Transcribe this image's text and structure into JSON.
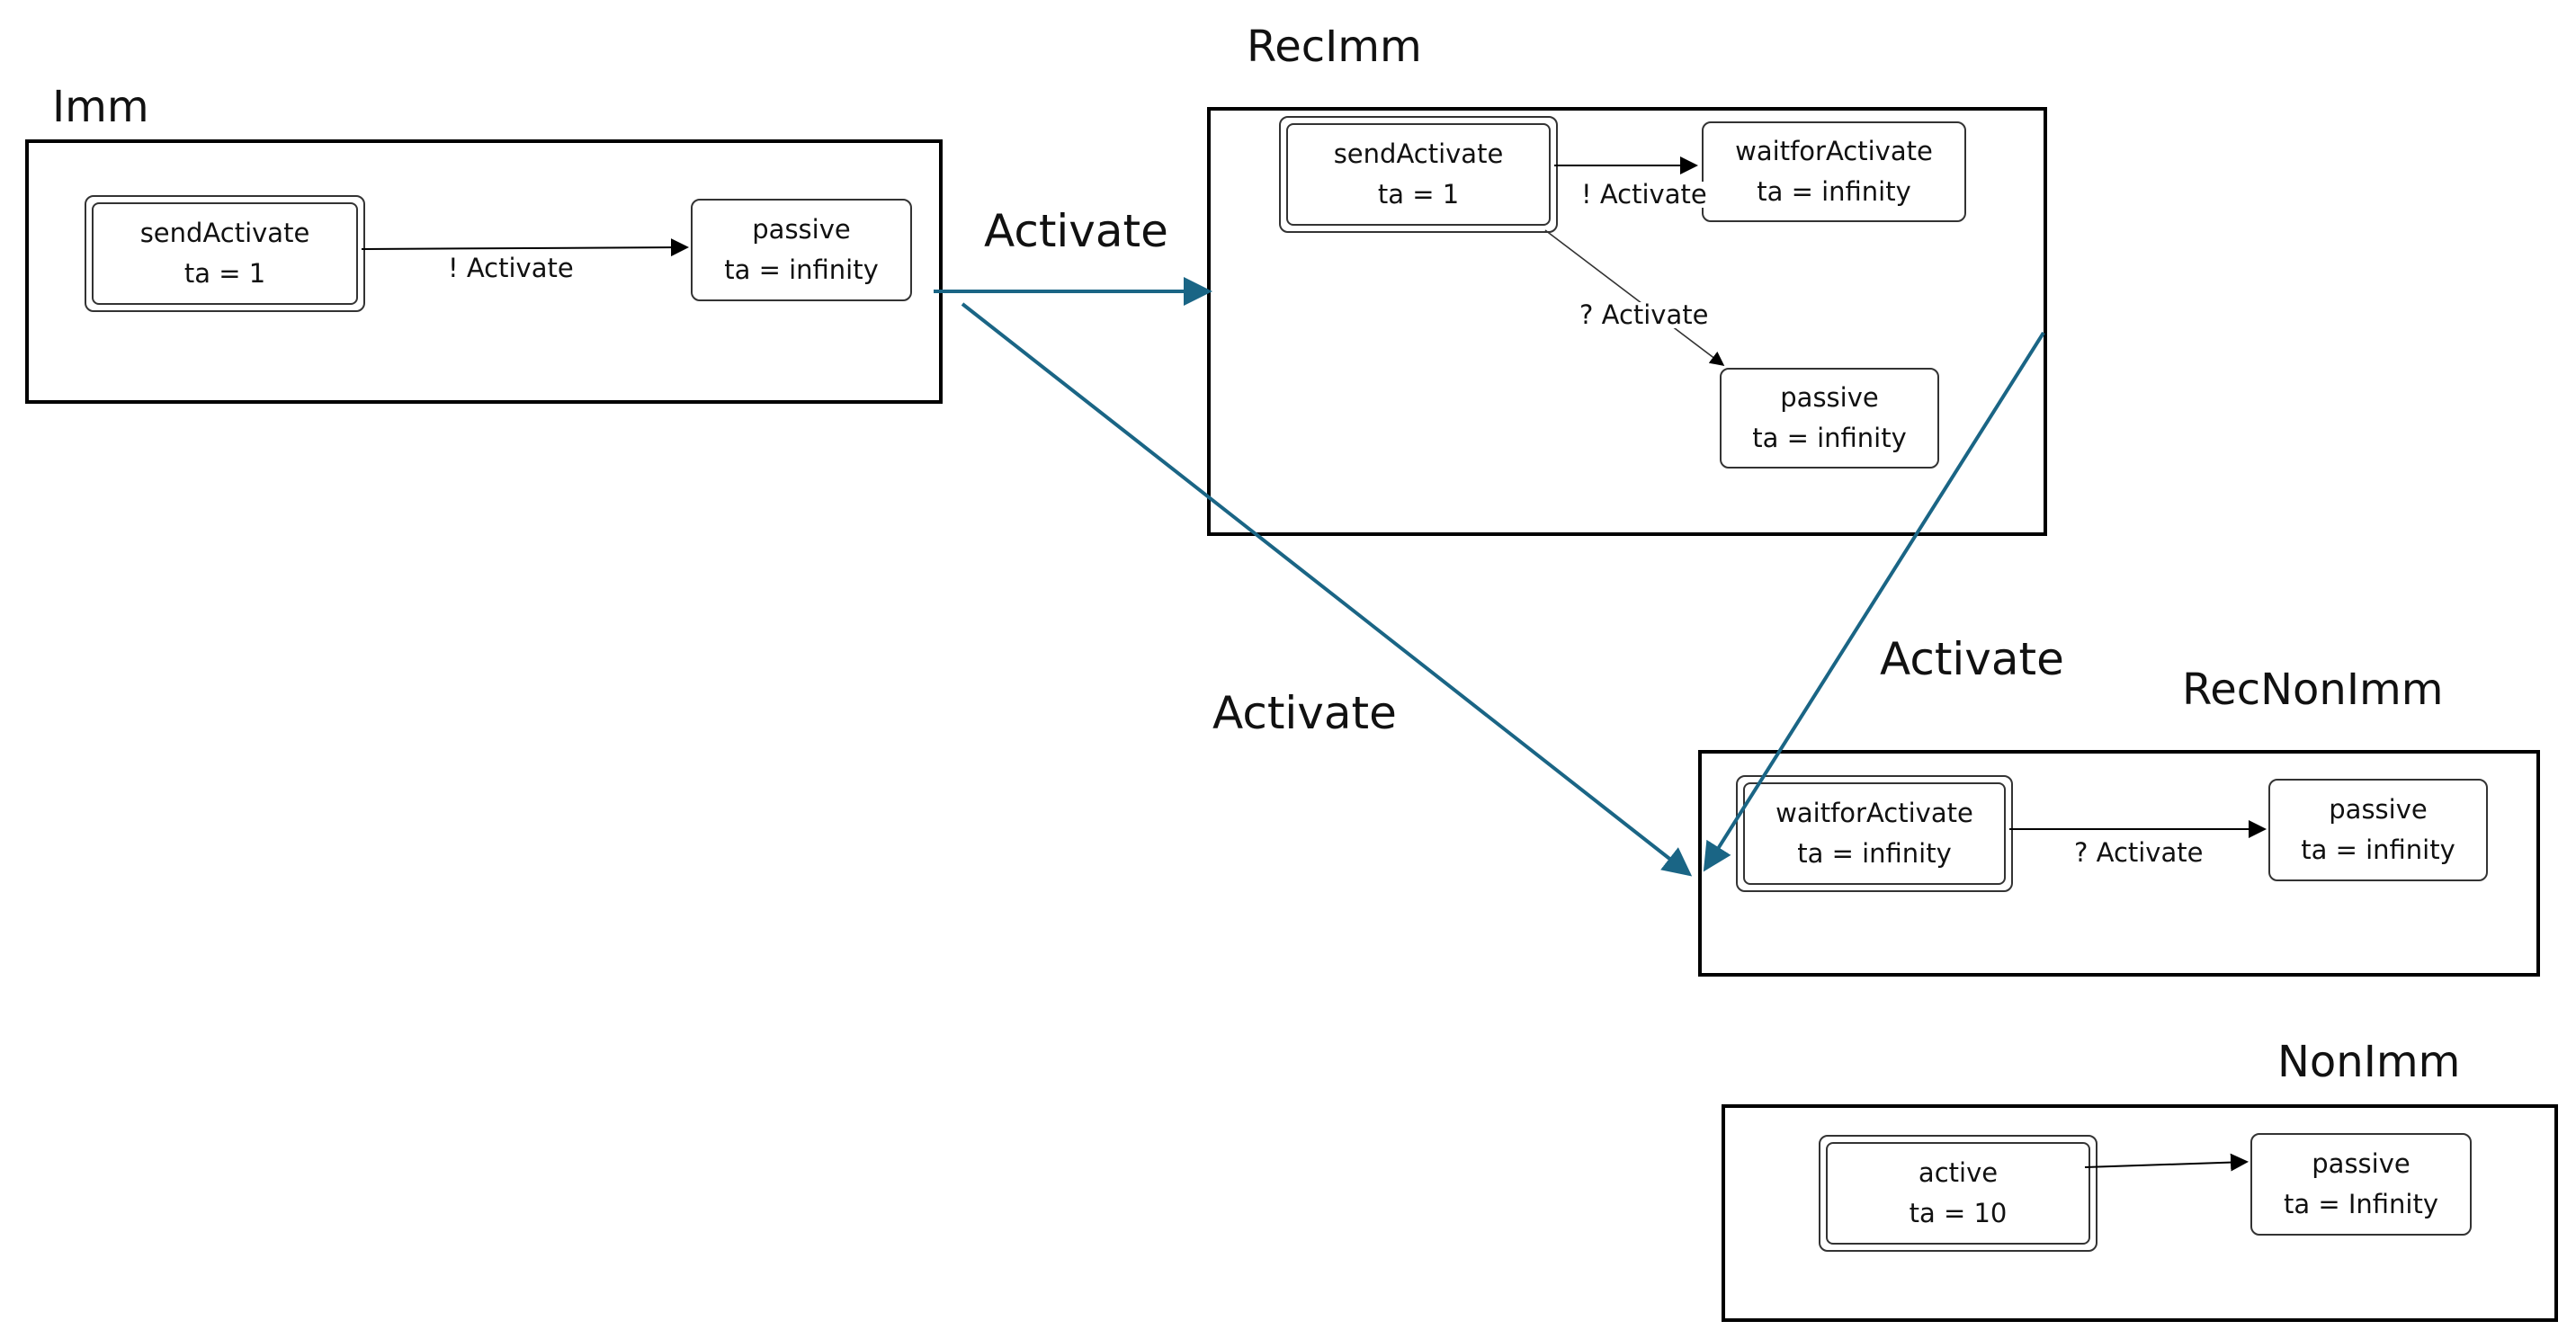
{
  "models": {
    "imm": {
      "title": "Imm",
      "states": {
        "send": {
          "name": "sendActivate",
          "ta": "ta = 1"
        },
        "passive": {
          "name": "passive",
          "ta": "ta = infinity"
        }
      },
      "transition": "! Activate"
    },
    "recimm": {
      "title": "RecImm",
      "states": {
        "send": {
          "name": "sendActivate",
          "ta": "ta = 1"
        },
        "wait": {
          "name": "waitforActivate",
          "ta": "ta = infinity"
        },
        "passive": {
          "name": "passive",
          "ta": "ta = infinity"
        }
      },
      "transition_out": "! Activate",
      "transition_in": "? Activate"
    },
    "recnonimm": {
      "title": "RecNonImm",
      "states": {
        "wait": {
          "name": "waitforActivate",
          "ta": "ta = infinity"
        },
        "passive": {
          "name": "passive",
          "ta": "ta = infinity"
        }
      },
      "transition": "? Activate"
    },
    "nonimm": {
      "title": "NonImm",
      "states": {
        "active": {
          "name": "active",
          "ta": "ta = 10"
        },
        "passive": {
          "name": "passive",
          "ta": "ta = Infinity"
        }
      }
    }
  },
  "couplings": {
    "imm_to_recimm": "Activate",
    "imm_to_recnonimm": "Activate",
    "recimm_to_recnonimm": "Activate"
  },
  "colors": {
    "coupling": "#1a6585",
    "transition": "#000000"
  }
}
